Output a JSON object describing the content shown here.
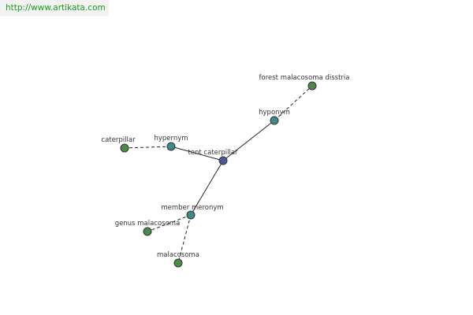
{
  "header": {
    "url_text": "http://www.artikata.com"
  },
  "colors": {
    "center": "#4b5a94",
    "relation": "#3d8a8a",
    "term": "#4e8a4a",
    "header_link": "#1a9a1a"
  },
  "graph": {
    "nodes": [
      {
        "id": "tent",
        "label": "tent caterpillar",
        "kind": "center"
      },
      {
        "id": "hyponym",
        "label": "hyponym",
        "kind": "relation"
      },
      {
        "id": "hypernym",
        "label": "hypernym",
        "kind": "relation"
      },
      {
        "id": "member",
        "label": "member meronym",
        "kind": "relation"
      },
      {
        "id": "forest",
        "label": "forest malacosoma disstria",
        "kind": "term"
      },
      {
        "id": "caterpillar",
        "label": "caterpillar",
        "kind": "term"
      },
      {
        "id": "genus",
        "label": "genus malacosoma",
        "kind": "term"
      },
      {
        "id": "malacosoma",
        "label": "malacosoma",
        "kind": "term"
      }
    ],
    "edges": [
      {
        "from": "tent",
        "to": "hyponym",
        "style": "solid"
      },
      {
        "from": "tent",
        "to": "hypernym",
        "style": "solid"
      },
      {
        "from": "tent",
        "to": "member",
        "style": "solid"
      },
      {
        "from": "hyponym",
        "to": "forest",
        "style": "dashed"
      },
      {
        "from": "hypernym",
        "to": "caterpillar",
        "style": "dashed"
      },
      {
        "from": "member",
        "to": "genus",
        "style": "dashed"
      },
      {
        "from": "member",
        "to": "malacosoma",
        "style": "dashed"
      }
    ]
  }
}
